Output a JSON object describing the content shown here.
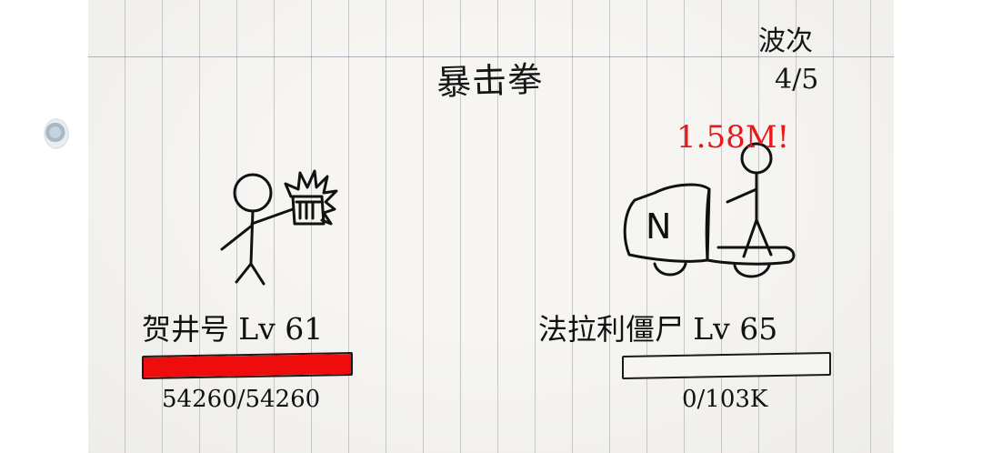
{
  "battle": {
    "skill_name": "暴击拳",
    "wave_label": "波次",
    "wave_value": "4/5",
    "damage_popup": "1.58M!",
    "damage_color": "#e8181b",
    "hp_color": "#ef0c0c"
  },
  "player": {
    "name": "贺井号",
    "level": "Lv 61",
    "hp_text": "54260/54260",
    "hp_fraction": 1.0,
    "icon": "stickman-punch-icon"
  },
  "enemy": {
    "name": "法拉利僵尸",
    "level": "Lv 65",
    "hp_text": "0/103K",
    "hp_fraction": 0.0,
    "icon": "stickman-car-icon",
    "car_badge": "N"
  }
}
